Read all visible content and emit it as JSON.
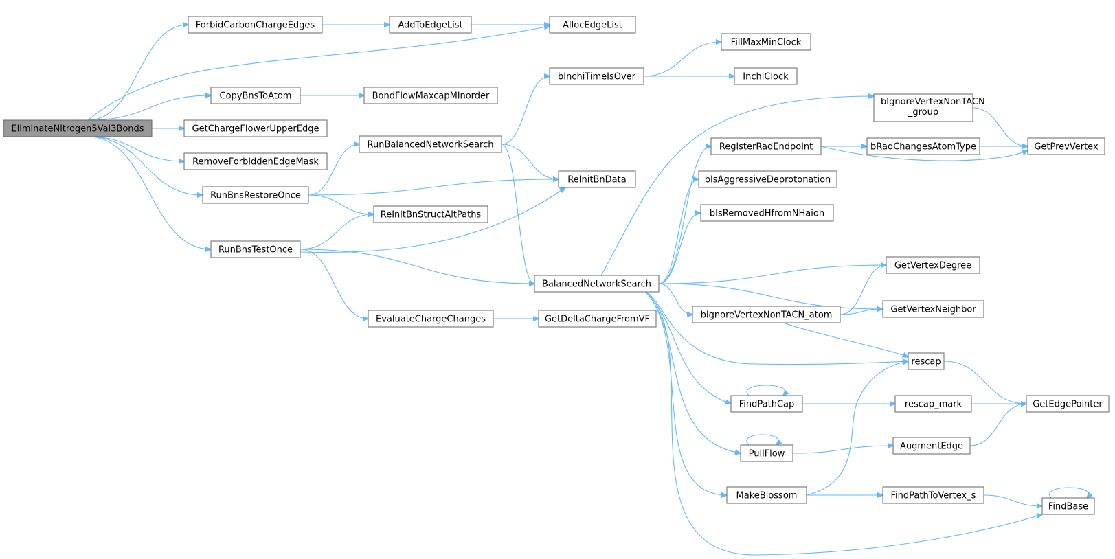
{
  "diagram": {
    "root": "EliminateNitrogen5Val3Bonds",
    "nodes": {
      "n_root": {
        "label": "EliminateNitrogen5Val3Bonds"
      },
      "n_fcce": {
        "label": "ForbidCarbonChargeEdges"
      },
      "n_atel": {
        "label": "AddToEdgeList"
      },
      "n_ael": {
        "label": "AllocEdgeList"
      },
      "n_cbta": {
        "label": "CopyBnsToAtom"
      },
      "n_bfmm": {
        "label": "BondFlowMaxcapMinorder"
      },
      "n_gcfue": {
        "label": "GetChargeFlowerUpperEdge"
      },
      "n_rfem": {
        "label": "RemoveForbiddenEdgeMask"
      },
      "n_rbro": {
        "label": "RunBnsRestoreOnce"
      },
      "n_rbto": {
        "label": "RunBnsTestOnce"
      },
      "n_rbns": {
        "label": "RunBalancedNetworkSearch"
      },
      "n_bito": {
        "label": "bInchiTimeIsOver"
      },
      "n_fmmc": {
        "label": "FillMaxMinClock"
      },
      "n_ic": {
        "label": "InchiClock"
      },
      "n_ribd": {
        "label": "ReInitBnData"
      },
      "n_ribsap": {
        "label": "ReInitBnStructAltPaths"
      },
      "n_bns": {
        "label": "BalancedNetworkSearch"
      },
      "n_ecc": {
        "label": "EvaluateChargeChanges"
      },
      "n_gdcfv": {
        "label": "GetDeltaChargeFromVF"
      },
      "n_bivntg": {
        "label": "bIgnoreVertexNonTACN\n_group"
      },
      "n_rre": {
        "label": "RegisterRadEndpoint"
      },
      "n_brcat": {
        "label": "bRadChangesAtomType"
      },
      "n_gpv": {
        "label": "GetPrevVertex"
      },
      "n_biad": {
        "label": "bIsAggressiveDeprotonation"
      },
      "n_birh": {
        "label": "bIsRemovedHfromNHaion"
      },
      "n_gvd": {
        "label": "GetVertexDegree"
      },
      "n_gvn": {
        "label": "GetVertexNeighbor"
      },
      "n_bivna": {
        "label": "bIgnoreVertexNonTACN_atom"
      },
      "n_rescap": {
        "label": "rescap"
      },
      "n_fpc": {
        "label": "FindPathCap"
      },
      "n_rcm": {
        "label": "rescap_mark"
      },
      "n_gep": {
        "label": "GetEdgePointer"
      },
      "n_pf": {
        "label": "PullFlow"
      },
      "n_ae": {
        "label": "AugmentEdge"
      },
      "n_mb": {
        "label": "MakeBlossom"
      },
      "n_fptv": {
        "label": "FindPathToVertex_s"
      },
      "n_fb": {
        "label": "FindBase"
      }
    },
    "edges": [
      [
        "n_root",
        "n_fcce"
      ],
      [
        "n_root",
        "n_ael"
      ],
      [
        "n_root",
        "n_cbta"
      ],
      [
        "n_root",
        "n_gcfue"
      ],
      [
        "n_root",
        "n_rfem"
      ],
      [
        "n_root",
        "n_rbro"
      ],
      [
        "n_root",
        "n_rbto"
      ],
      [
        "n_fcce",
        "n_atel"
      ],
      [
        "n_fcce",
        "n_ael"
      ],
      [
        "n_atel",
        "n_ael"
      ],
      [
        "n_cbta",
        "n_bfmm"
      ],
      [
        "n_rbro",
        "n_rbns"
      ],
      [
        "n_rbro",
        "n_ribd"
      ],
      [
        "n_rbro",
        "n_ribsap"
      ],
      [
        "n_rbto",
        "n_ribsap"
      ],
      [
        "n_rbto",
        "n_ribd"
      ],
      [
        "n_rbto",
        "n_bns"
      ],
      [
        "n_rbto",
        "n_ecc"
      ],
      [
        "n_rbns",
        "n_bito"
      ],
      [
        "n_rbns",
        "n_ribd"
      ],
      [
        "n_rbns",
        "n_bns"
      ],
      [
        "n_bito",
        "n_fmmc"
      ],
      [
        "n_bito",
        "n_ic"
      ],
      [
        "n_ecc",
        "n_gdcfv"
      ],
      [
        "n_bns",
        "n_bivntg"
      ],
      [
        "n_bns",
        "n_rre"
      ],
      [
        "n_bns",
        "n_biad"
      ],
      [
        "n_bns",
        "n_birh"
      ],
      [
        "n_bns",
        "n_gvd"
      ],
      [
        "n_bns",
        "n_gvn"
      ],
      [
        "n_bns",
        "n_bivna"
      ],
      [
        "n_bns",
        "n_rescap"
      ],
      [
        "n_bns",
        "n_fpc"
      ],
      [
        "n_bns",
        "n_pf"
      ],
      [
        "n_bns",
        "n_mb"
      ],
      [
        "n_bns",
        "n_fb"
      ],
      [
        "n_bivntg",
        "n_gpv"
      ],
      [
        "n_rre",
        "n_brcat"
      ],
      [
        "n_rre",
        "n_gpv"
      ],
      [
        "n_brcat",
        "n_gpv"
      ],
      [
        "n_bivna",
        "n_gvd"
      ],
      [
        "n_bivna",
        "n_gvn"
      ],
      [
        "n_bivna",
        "n_rescap"
      ],
      [
        "n_rescap",
        "n_gep"
      ],
      [
        "n_fpc",
        "n_fpc"
      ],
      [
        "n_fpc",
        "n_rcm"
      ],
      [
        "n_rcm",
        "n_gep"
      ],
      [
        "n_pf",
        "n_pf"
      ],
      [
        "n_pf",
        "n_ae"
      ],
      [
        "n_ae",
        "n_gep"
      ],
      [
        "n_mb",
        "n_rescap"
      ],
      [
        "n_mb",
        "n_fptv"
      ],
      [
        "n_fptv",
        "n_fb"
      ],
      [
        "n_fb",
        "n_fb"
      ]
    ]
  }
}
